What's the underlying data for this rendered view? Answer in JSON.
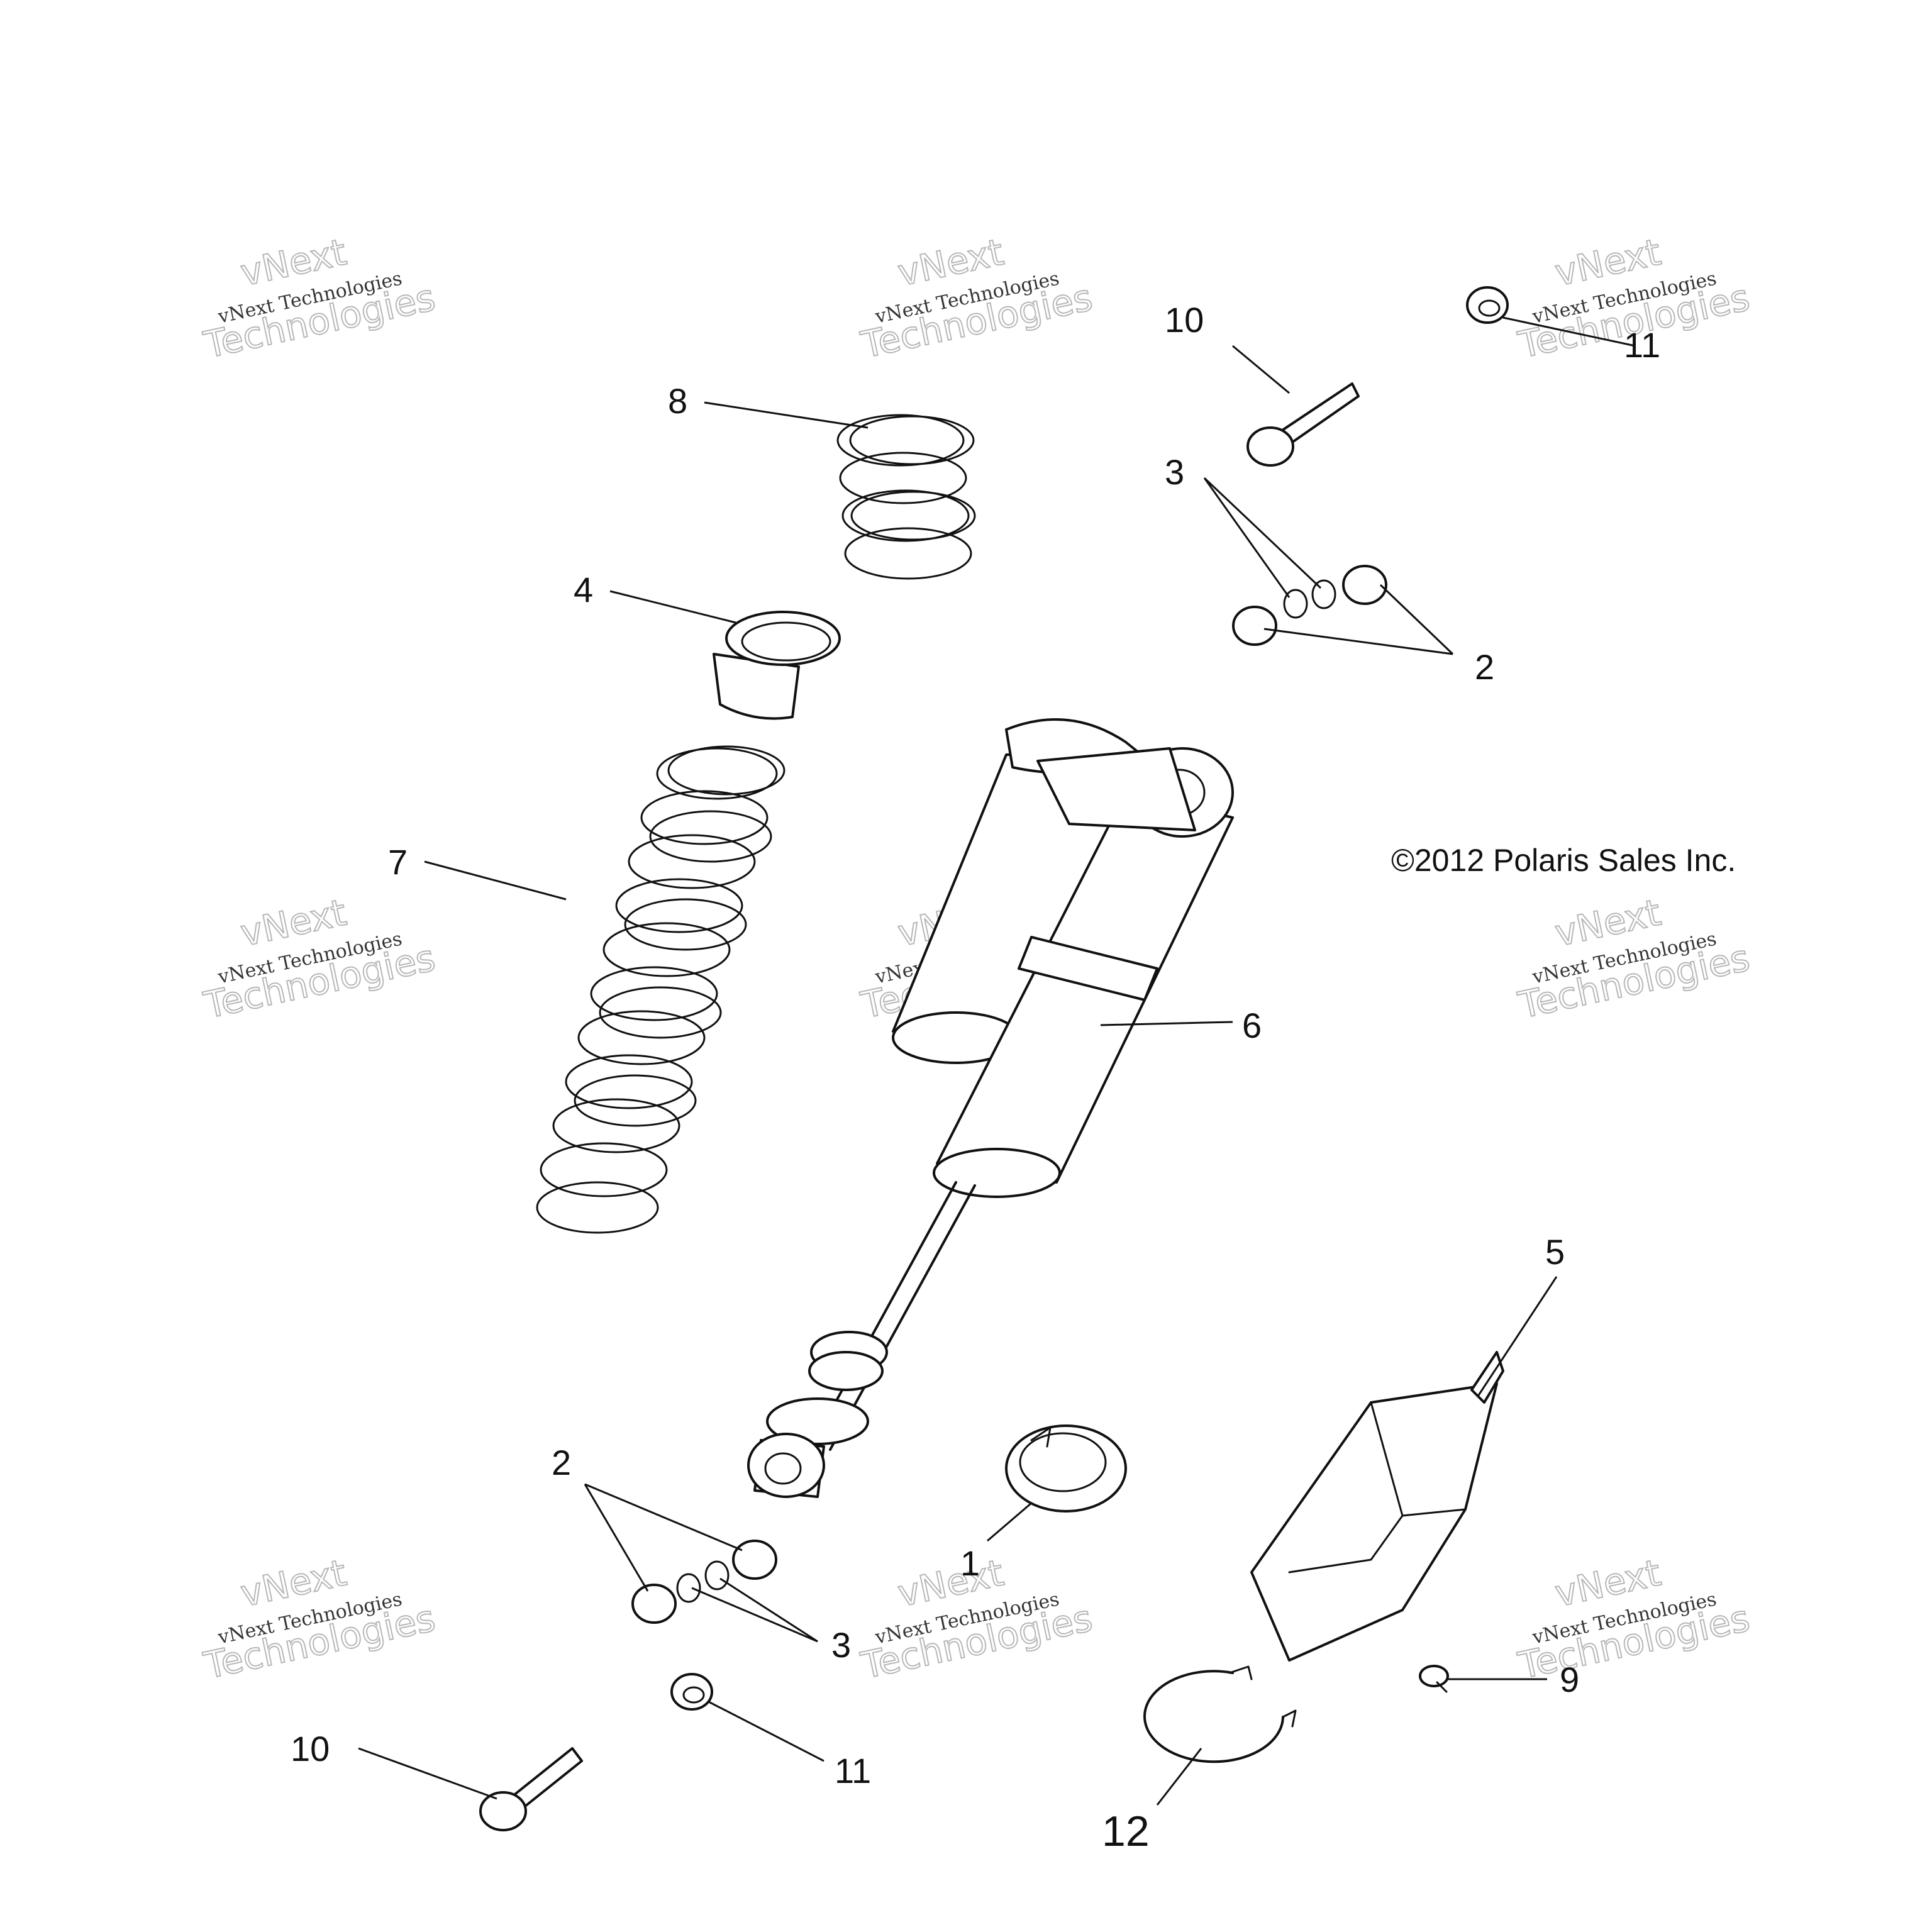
{
  "copyright": "©2012 Polaris Sales Inc.",
  "watermark": {
    "line1": "vNext",
    "line2": "vNext Technologies",
    "line3": "Technologies"
  },
  "callouts": {
    "c1": "1",
    "c2a": "2",
    "c2b": "2",
    "c3a": "3",
    "c3b": "3",
    "c4": "4",
    "c5": "5",
    "c6": "6",
    "c7": "7",
    "c8": "8",
    "c9": "9",
    "c10a": "10",
    "c10b": "10",
    "c11a": "11",
    "c11b": "11",
    "c12": "12"
  }
}
